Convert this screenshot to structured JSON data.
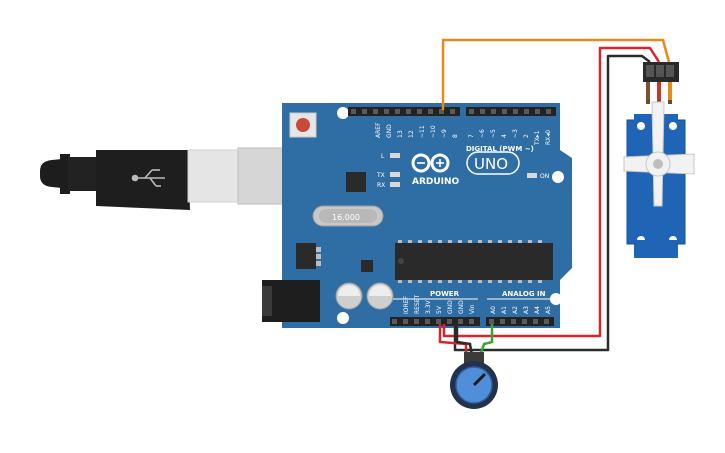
{
  "board": {
    "brand": "ARDUINO",
    "model": "UNO",
    "digital_header_label": "DIGITAL (PWM ~)",
    "digital_pins": [
      "AREF",
      "GND",
      "13",
      "12",
      "~11",
      "~10",
      "~9",
      "8",
      "7",
      "~6",
      "~5",
      "4",
      "~3",
      "2",
      "TX▸1",
      "RX◂0"
    ],
    "led_labels": [
      "L",
      "TX",
      "RX"
    ],
    "on_label": "ON",
    "crystal_label": "16.000",
    "power_label": "POWER",
    "power_pins": [
      "IOREF",
      "RESET",
      "3.3V",
      "5V",
      "GND",
      "GND",
      "Vin"
    ],
    "analog_label": "ANALOG IN",
    "analog_pins": [
      "A0",
      "A1",
      "A2",
      "A3",
      "A4",
      "A5"
    ]
  },
  "colors": {
    "board_blue": "#2e6da4",
    "header_black": "#232323",
    "wire_orange": "#e68a1e",
    "wire_red": "#d9242c",
    "wire_black": "#2b2b2b",
    "wire_green": "#3aa63a",
    "servo_blue": "#1f64b5",
    "pot_blue": "#4f8ed8"
  },
  "components": {
    "usb_cable": "usb-b-cable-icon",
    "servo": "servo-motor-icon",
    "potentiometer": "potentiometer-icon"
  }
}
